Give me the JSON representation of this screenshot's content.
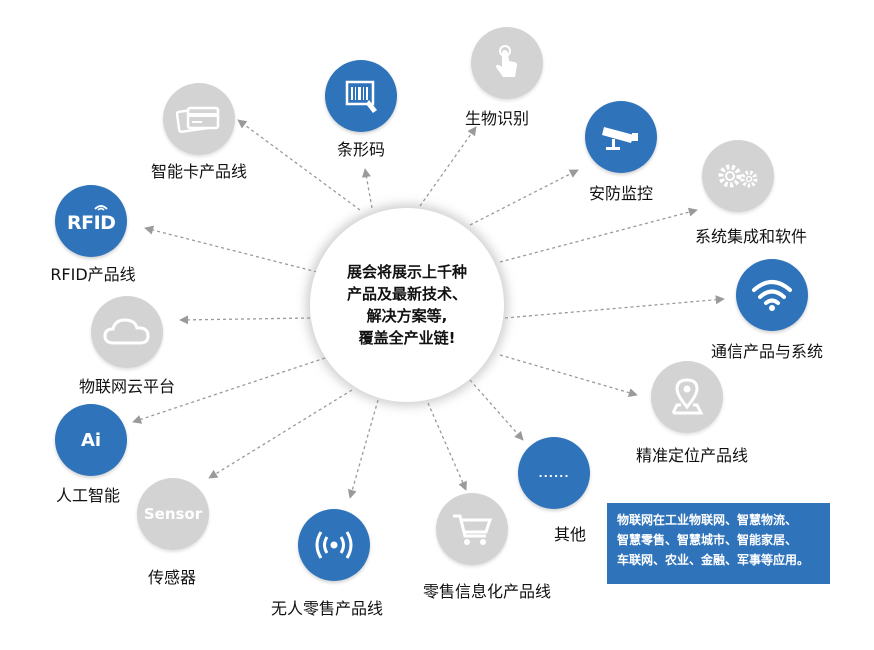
{
  "hub": {
    "lines": [
      "展会将展示上千种",
      "产品及最新技术、",
      "解决方案等,",
      "覆盖全产业链!"
    ]
  },
  "nodes": [
    {
      "id": "smart-card",
      "label": "智能卡产品线",
      "icon": "card-icon",
      "style": "gray"
    },
    {
      "id": "barcode",
      "label": "条形码",
      "icon": "barcode-scanner-icon",
      "style": "blue"
    },
    {
      "id": "biometric",
      "label": "生物识别",
      "icon": "fingerprint-touch-icon",
      "style": "gray"
    },
    {
      "id": "security",
      "label": "安防监控",
      "icon": "cctv-camera-icon",
      "style": "blue"
    },
    {
      "id": "system-integration",
      "label": "系统集成和软件",
      "icon": "gears-icon",
      "style": "gray"
    },
    {
      "id": "rfid",
      "label": "RFID产品线",
      "icon": "rfid-icon",
      "icon_text": "RFID",
      "style": "blue"
    },
    {
      "id": "communication",
      "label": "通信产品与系统",
      "icon": "wifi-icon",
      "style": "blue"
    },
    {
      "id": "iot-cloud",
      "label": "物联网云平台",
      "icon": "cloud-icon",
      "style": "gray"
    },
    {
      "id": "positioning",
      "label": "精准定位产品线",
      "icon": "location-pin-icon",
      "style": "gray"
    },
    {
      "id": "ai",
      "label": "人工智能",
      "icon": "ai-icon",
      "icon_text": "Ai",
      "style": "blue"
    },
    {
      "id": "other",
      "label": "其他",
      "icon": "ellipsis-icon",
      "icon_text": "......",
      "style": "blue"
    },
    {
      "id": "sensor",
      "label": "传感器",
      "icon": "sensor-icon",
      "icon_text": "Sensor",
      "style": "gray"
    },
    {
      "id": "unmanned-retail",
      "label": "无人零售产品线",
      "icon": "radio-wave-icon",
      "style": "blue"
    },
    {
      "id": "retail-it",
      "label": "零售信息化产品线",
      "icon": "shopping-cart-icon",
      "style": "gray"
    }
  ],
  "note": {
    "lines": [
      "物联网在工业物联网、智慧物流、",
      "智慧零售、智慧城市、智能家居、",
      "车联网、农业、金融、军事等应用。"
    ]
  },
  "colors": {
    "blue": "#2f73bb",
    "gray": "#d3d3d3",
    "arrow": "#9a9a9a",
    "text": "#111111"
  }
}
